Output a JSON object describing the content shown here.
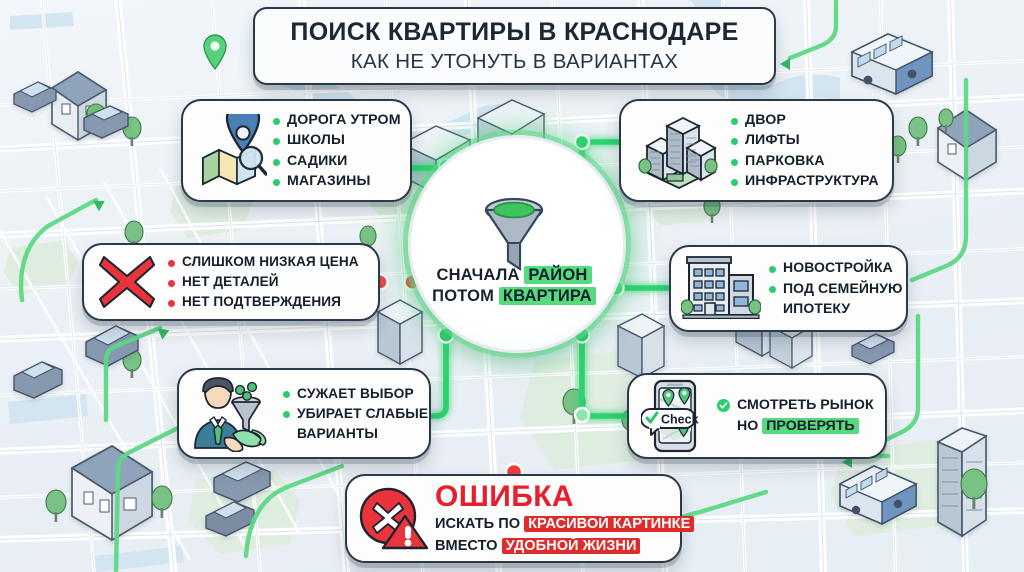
{
  "header": {
    "title_line1": "ПОИСК КВАРТИРЫ В КРАСНОДАРЕ",
    "title_line2": "КАК НЕ УТОНУТЬ В ВАРИАНТАХ"
  },
  "hub": {
    "icon": "funnel-icon",
    "line1_plain": "СНАЧАЛА",
    "line1_highlight": "РАЙОН",
    "line2_plain": "ПОТОМ",
    "line2_highlight": "КВАРТИРА"
  },
  "cards": {
    "top_left": {
      "icon": "map-pin-search-icon",
      "bullet_color": "#2ecc71",
      "items": [
        "ДОРОГА УТРОМ",
        "ШКОЛЫ",
        "САДИКИ",
        "МАГАЗИНЫ"
      ]
    },
    "top_right": {
      "icon": "city-towers-icon",
      "bullet_color": "#2ecc71",
      "items": [
        "ДВОР",
        "ЛИФТЫ",
        "ПАРКОВКА",
        "ИНФРАСТРУКТУРА"
      ]
    },
    "left_warning": {
      "icon": "red-cross-icon",
      "bullet_color": "#e8343a",
      "items": [
        "СЛИШКОМ НИЗКАЯ ЦЕНА",
        "НЕТ ДЕТАЛЕЙ",
        "НЕТ ПОДТВЕРЖДЕНИЯ"
      ]
    },
    "right": {
      "icon": "apartment-building-icon",
      "bullet_color": "#2ecc71",
      "items": [
        "НОВОСТРОЙКА",
        "ПОД СЕМЕЙНУЮ",
        "ИПОТЕКУ"
      ]
    },
    "bottom_left": {
      "icon": "businessman-funnel-icon",
      "bullet_color": "#2ecc71",
      "items": [
        "СУЖАЕТ ВЫБОР",
        "УБИРАЕТ СЛАБЫЕ",
        "ВАРИАНТЫ"
      ]
    },
    "bottom_right": {
      "icon": "phone-map-check-icon",
      "badge_label": "Check",
      "line1": "СМОТРЕТЬ РЫНОК",
      "line2_plain": "НО",
      "line2_highlight": "ПРОВЕРЯТЬ"
    },
    "error": {
      "icon": "error-cross-warning-icon",
      "title": "ОШИБКА",
      "line1_plain": "ИСКАТЬ ПО",
      "line1_highlight": "КРАСИВОЙ КАРТИНКЕ",
      "line2_plain": "ВМЕСТО",
      "line2_highlight": "УДОБНОЙ ЖИЗНИ"
    }
  },
  "colors": {
    "accent_green": "#2ecc71",
    "highlight_green": "#57d97e",
    "alert_red": "#e8343a",
    "error_red": "#e81f2b",
    "ink": "#15202b",
    "map_bg": "#eef3f7"
  }
}
